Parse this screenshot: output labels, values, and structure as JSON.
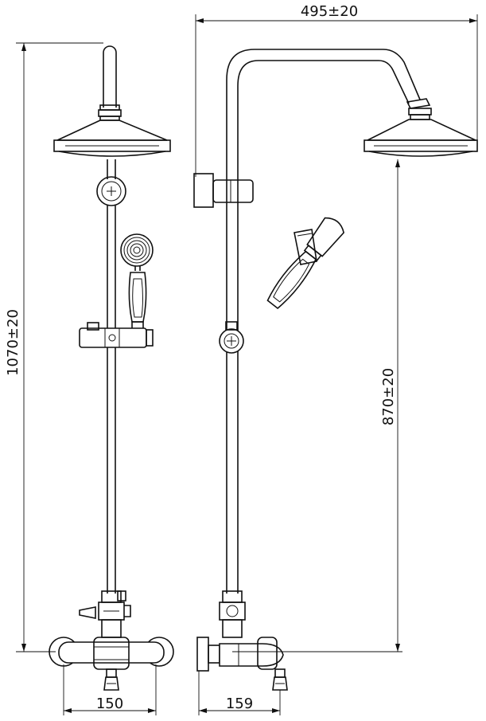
{
  "drawing": {
    "type": "technical-drawing",
    "subject": "shower column with thermostatic mixer",
    "views": [
      "front",
      "side"
    ]
  },
  "dimensions": {
    "total_height": "1070±20",
    "head_projection": "495±20",
    "head_height_from_mixer": "870±20",
    "mixer_front_width": "150",
    "mixer_side_depth": "159"
  },
  "colors": {
    "line": "#111111",
    "background": "#ffffff"
  }
}
